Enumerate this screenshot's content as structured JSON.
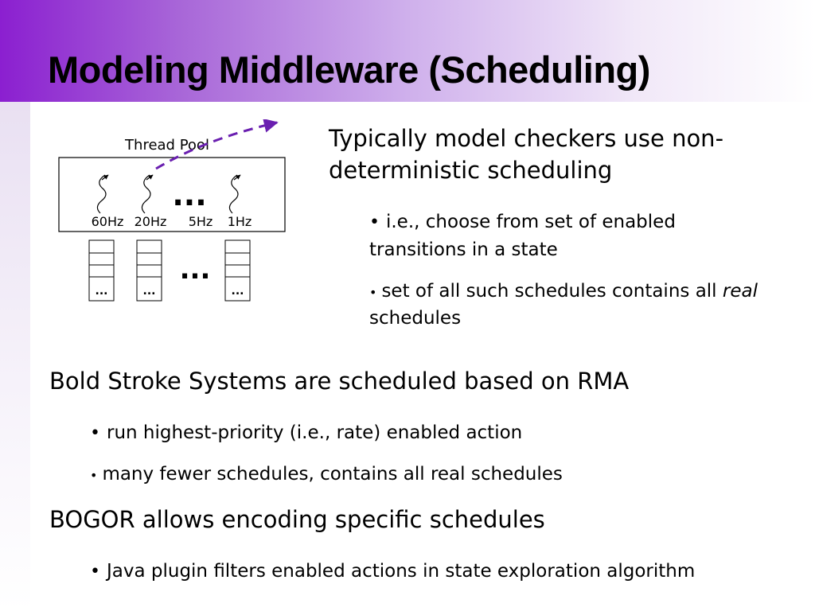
{
  "title": "Modeling Middleware (Scheduling)",
  "diagram": {
    "pool_label": "Thread Pool",
    "rates": [
      "60Hz",
      "20Hz",
      "5Hz",
      "1Hz"
    ],
    "ellipsis": "...",
    "queue_more": "...",
    "colors": {
      "arrow": "#6a1fb0",
      "stroke": "#000000"
    }
  },
  "intro": {
    "text": "Typically model checkers use non-deterministic scheduling",
    "line1": "Typically model checkers use non-",
    "line2": "deterministic scheduling",
    "bullets": [
      {
        "line1": "i.e., choose from set of enabled",
        "line2": "transitions in a state"
      },
      {
        "before": "set of all such schedules contains all ",
        "emphasis": "real",
        "line2": "schedules"
      }
    ]
  },
  "sections": [
    {
      "heading": "Bold Stroke Systems are scheduled based on RMA",
      "bullets": [
        "run highest-priority (i.e., rate) enabled action",
        "many fewer schedules, contains all real schedules"
      ]
    },
    {
      "heading": "BOGOR allows encoding specific schedules",
      "bullets": [
        "Java plugin filters enabled actions in state exploration algorithm"
      ]
    }
  ],
  "colors": {
    "title_gradient_start": "#8b1fd0",
    "title_gradient_end": "#ffffff",
    "side_band": "#e9e0f2"
  }
}
